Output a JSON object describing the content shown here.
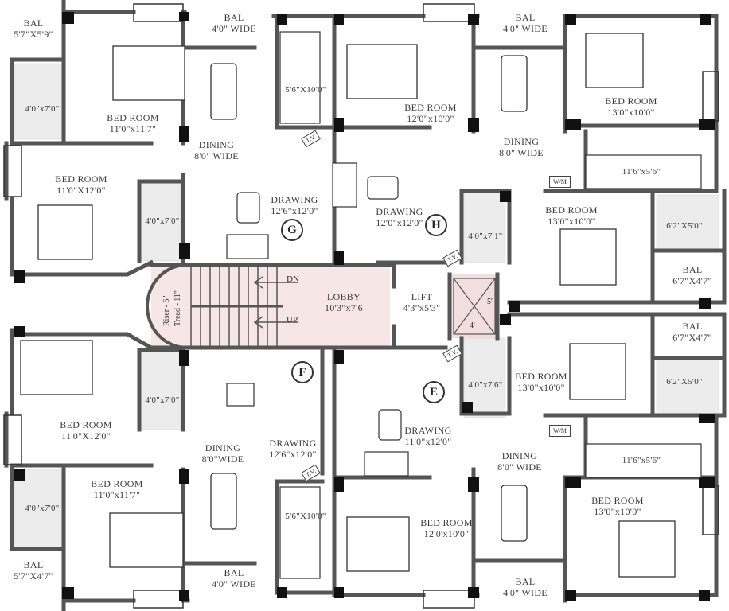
{
  "plan": {
    "type": "residential-floor-plan",
    "units": [
      "E",
      "F",
      "G",
      "H"
    ],
    "colors": {
      "wall": "#555555",
      "column": "#111111",
      "floor": "#ffffff",
      "lobby_tint": "#f3dede",
      "toilet_tile": "#e4e4e4"
    },
    "rooms": [
      {
        "id": "bal-tl",
        "name": "BAL",
        "dim": "5'7\"X5'9\""
      },
      {
        "id": "toilet-tl",
        "name": "",
        "dim": "4'0\"x7'0\""
      },
      {
        "id": "bed-tl",
        "name": "BED ROOM",
        "dim": "11'0\"x11'7\""
      },
      {
        "id": "bal-top-g",
        "name": "BAL",
        "dim": "4'0\" WIDE"
      },
      {
        "id": "dining-g",
        "name": "DINING",
        "dim": "8'0\" WIDE"
      },
      {
        "id": "kitchen-g",
        "name": "",
        "dim": "5'6\"X10'0\""
      },
      {
        "id": "bed-g2",
        "name": "BED ROOM",
        "dim": "11'0\"X12'0\""
      },
      {
        "id": "toilet-g2",
        "name": "",
        "dim": "4'0\"x7'0\""
      },
      {
        "id": "drawing-g",
        "name": "DRAWING",
        "dim": "12'6\"x12'0\""
      },
      {
        "id": "bed-h1",
        "name": "BED ROOM",
        "dim": "12'0\"x10'0\""
      },
      {
        "id": "bal-top-h",
        "name": "BAL",
        "dim": "4'0\" WIDE"
      },
      {
        "id": "dining-h",
        "name": "DINING",
        "dim": "8'0\" WIDE"
      },
      {
        "id": "bed-tr",
        "name": "BED ROOM",
        "dim": "13'0\"x10'0\""
      },
      {
        "id": "kitchen-h",
        "name": "",
        "dim": "11'6\"x5'6\""
      },
      {
        "id": "drawing-h",
        "name": "DRAWING",
        "dim": "12'0\"x12'0\""
      },
      {
        "id": "toilet-h",
        "name": "",
        "dim": "4'0\"x7'1\""
      },
      {
        "id": "bed-h2",
        "name": "BED ROOM",
        "dim": "13'0\"x10'0\""
      },
      {
        "id": "toilet-h2",
        "name": "",
        "dim": "6'2\"X5'0\""
      },
      {
        "id": "bal-h2",
        "name": "BAL",
        "dim": "6'7\"X4'7\""
      },
      {
        "id": "lobby",
        "name": "LOBBY",
        "dim": "10'3\"x7'6"
      },
      {
        "id": "lift",
        "name": "LIFT",
        "dim": "4'3\"x5'3\""
      },
      {
        "id": "bal-e2",
        "name": "BAL",
        "dim": "6'7\"X4'7\""
      },
      {
        "id": "bed-e2",
        "name": "BED ROOM",
        "dim": "13'0\"x10'0\""
      },
      {
        "id": "toilet-e2",
        "name": "",
        "dim": "6'2\"X5'0\""
      },
      {
        "id": "toilet-e",
        "name": "",
        "dim": "4'0\"x7'6\""
      },
      {
        "id": "drawing-e",
        "name": "DRAWING",
        "dim": "11'0\"x12'0\""
      },
      {
        "id": "kitchen-e",
        "name": "",
        "dim": "11'6\"x5'6\""
      },
      {
        "id": "dining-e",
        "name": "DINING",
        "dim": "8'0\" WIDE"
      },
      {
        "id": "bed-br",
        "name": "BED ROOM",
        "dim": "13'0\"x10'0\""
      },
      {
        "id": "bed-e1",
        "name": "BED ROOM",
        "dim": "12'0'x10'0\""
      },
      {
        "id": "bal-bot-e",
        "name": "BAL",
        "dim": "4'0\" WIDE"
      },
      {
        "id": "kitchen-f",
        "name": "",
        "dim": "5'6\"X10'0\""
      },
      {
        "id": "bal-bot-f",
        "name": "BAL",
        "dim": "4'0\" WIDE"
      },
      {
        "id": "dining-f",
        "name": "DINING",
        "dim": "8'0\"WIDE"
      },
      {
        "id": "drawing-f",
        "name": "DRAWING",
        "dim": "12'6\"x12'0\""
      },
      {
        "id": "bed-f2",
        "name": "BED ROOM",
        "dim": "11'0\"X12'0\""
      },
      {
        "id": "toilet-f2",
        "name": "",
        "dim": "4'0\"x7'0\""
      },
      {
        "id": "bed-bl",
        "name": "BED ROOM",
        "dim": "11'0\"x11'7\""
      },
      {
        "id": "toilet-bl",
        "name": "",
        "dim": "4'0\"x7'0\""
      },
      {
        "id": "bal-bl",
        "name": "BAL",
        "dim": "5'7\"X4'7\""
      }
    ],
    "stair": {
      "riser": "Riser - 6\"",
      "tread": "Tread - 11\"",
      "dn": "DN",
      "up": "UP"
    },
    "shaft": {
      "w": "4'",
      "h": "5'"
    },
    "fixtures": {
      "tv": "T.V.",
      "wm": "W/M"
    }
  }
}
